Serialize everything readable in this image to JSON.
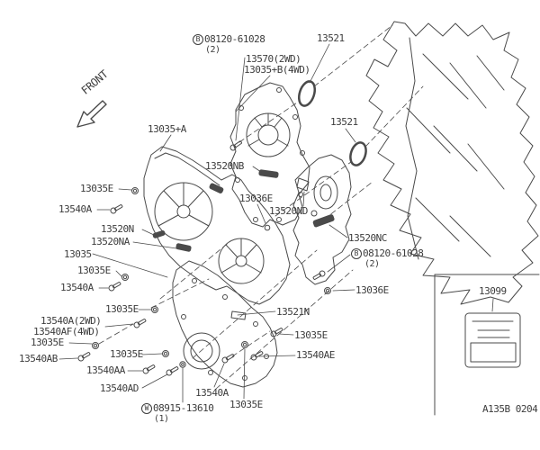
{
  "front_direction_label": "FRONT",
  "diagram_code": "A135B 0204",
  "callouts": {
    "bolt": {
      "prefix": "B",
      "number": "08120-61028",
      "qty": "(2)"
    },
    "washer": {
      "prefix": "W",
      "number": "08915-13610",
      "qty": "(1)"
    }
  },
  "part_labels": {
    "seal_top": "13521",
    "cover_rear_2wd": "13570(2WD)",
    "cover_rear_4wd": "13035+B(4WD)",
    "seal_mid": "13521",
    "cover_front_upper": "13035+A",
    "seal_nb": "13520NB",
    "plug_upper": "13036E",
    "seal_nd": "13520ND",
    "seal_nc": "13520NC",
    "plug_right": "13036E",
    "bolt_e1": "13035E",
    "bolt_a1": "13540A",
    "seal_n": "13520N",
    "seal_na": "13520NA",
    "cover_front": "13035",
    "bolt_e2": "13035E",
    "bolt_a2": "13540A",
    "bolt_e3": "13035E",
    "bolt_a_2wd": "13540A(2WD)",
    "bolt_af_4wd": "13540AF(4WD)",
    "bolt_e4": "13035E",
    "bolt_ab": "13540AB",
    "bolt_e5": "13035E",
    "bolt_aa": "13540AA",
    "bolt_ad": "13540AD",
    "seal_n2": "13521N",
    "bolt_e6": "13035E",
    "bolt_ae": "13540AE",
    "bolt_a3": "13540A",
    "bolt_e7": "13035E",
    "label_plate": "13099"
  }
}
